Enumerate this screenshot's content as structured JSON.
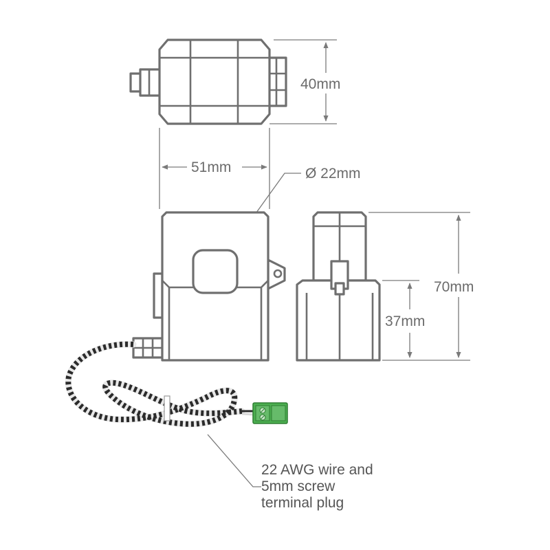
{
  "dimensions": {
    "depth": "40mm",
    "width": "51mm",
    "aperture": "Ø 22mm",
    "height_total": "70mm",
    "height_base": "37mm"
  },
  "callout": {
    "line1": "22 AWG wire and",
    "line2": "5mm screw",
    "line3": "terminal plug"
  },
  "colors": {
    "outline": "#6f6f6f",
    "terminal_plug": "#4caf50",
    "wire_dark": "#2b2b2b"
  }
}
